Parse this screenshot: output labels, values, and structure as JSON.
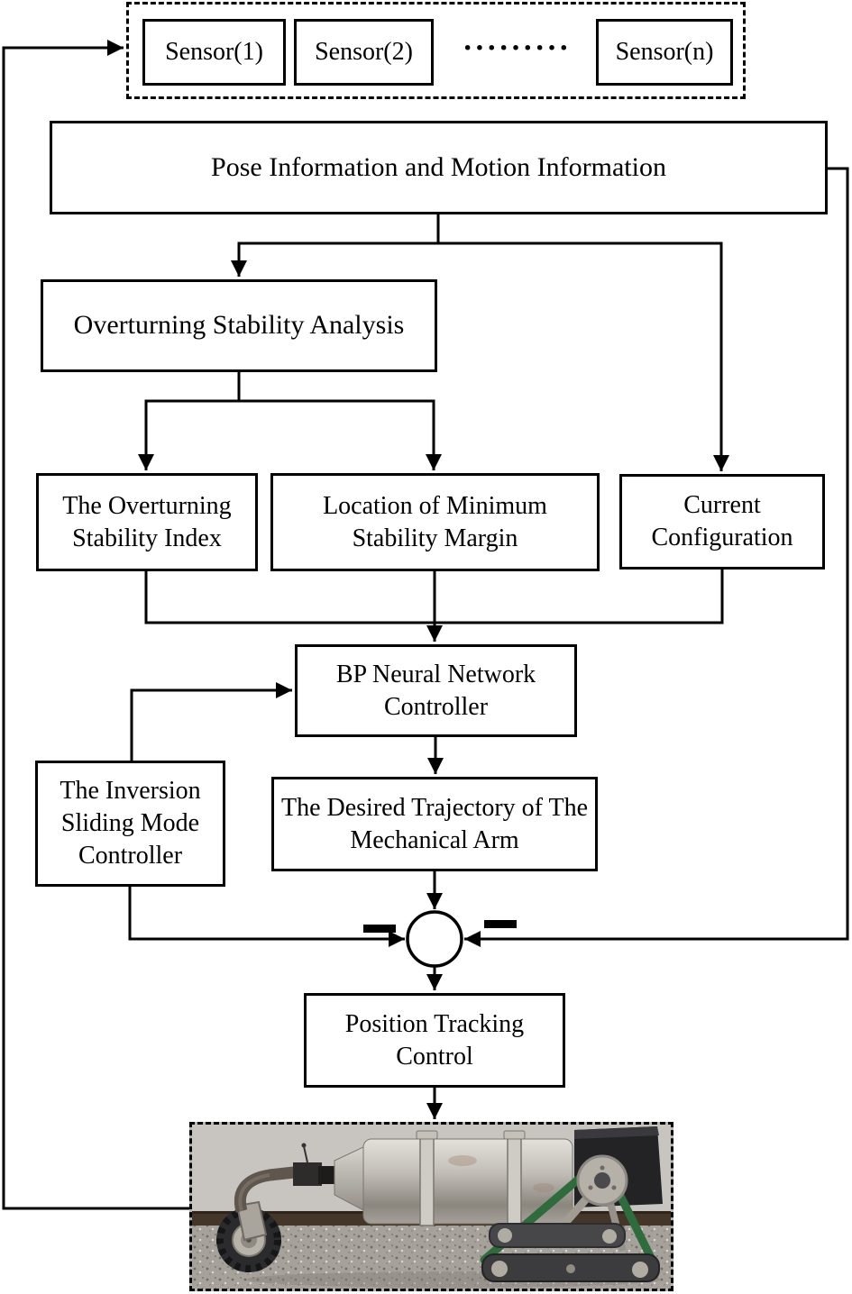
{
  "figure": {
    "sensor_bank": {
      "items": [
        {
          "label": "Sensor(1)"
        },
        {
          "label": "Sensor(2)"
        },
        {
          "label": "Sensor(n)"
        }
      ],
      "ellipsis": "·········"
    },
    "nodes": {
      "pose": {
        "label": "Pose Information and Motion Information"
      },
      "stability_analysis": {
        "label": "Overturning Stability Analysis"
      },
      "stability_index": {
        "label": "The Overturning Stability Index"
      },
      "stability_margin": {
        "label": "Location of Minimum Stability Margin"
      },
      "current_configuration": {
        "label": "Current Configuration"
      },
      "bp_controller": {
        "label": "BP Neural Network Controller"
      },
      "inversion_controller": {
        "label": "The Inversion Sliding Mode Controller"
      },
      "desired_trajectory": {
        "label": "The Desired Trajectory of The Mechanical Arm"
      },
      "position_tracking": {
        "label": "Position Tracking Control"
      }
    },
    "summing_junction": {
      "left_sign": "−",
      "right_sign": "−"
    },
    "colors": {
      "line": "#000000",
      "box_fill": "#ffffff",
      "background": "#ffffff",
      "photo_wall": "#ccc8c3",
      "photo_baseboard": "#443629",
      "photo_floor": "#a6a29b",
      "robot_steel": "#b9b5ae",
      "robot_track_green": "#2f6b3c",
      "robot_black_box": "#232325"
    }
  }
}
